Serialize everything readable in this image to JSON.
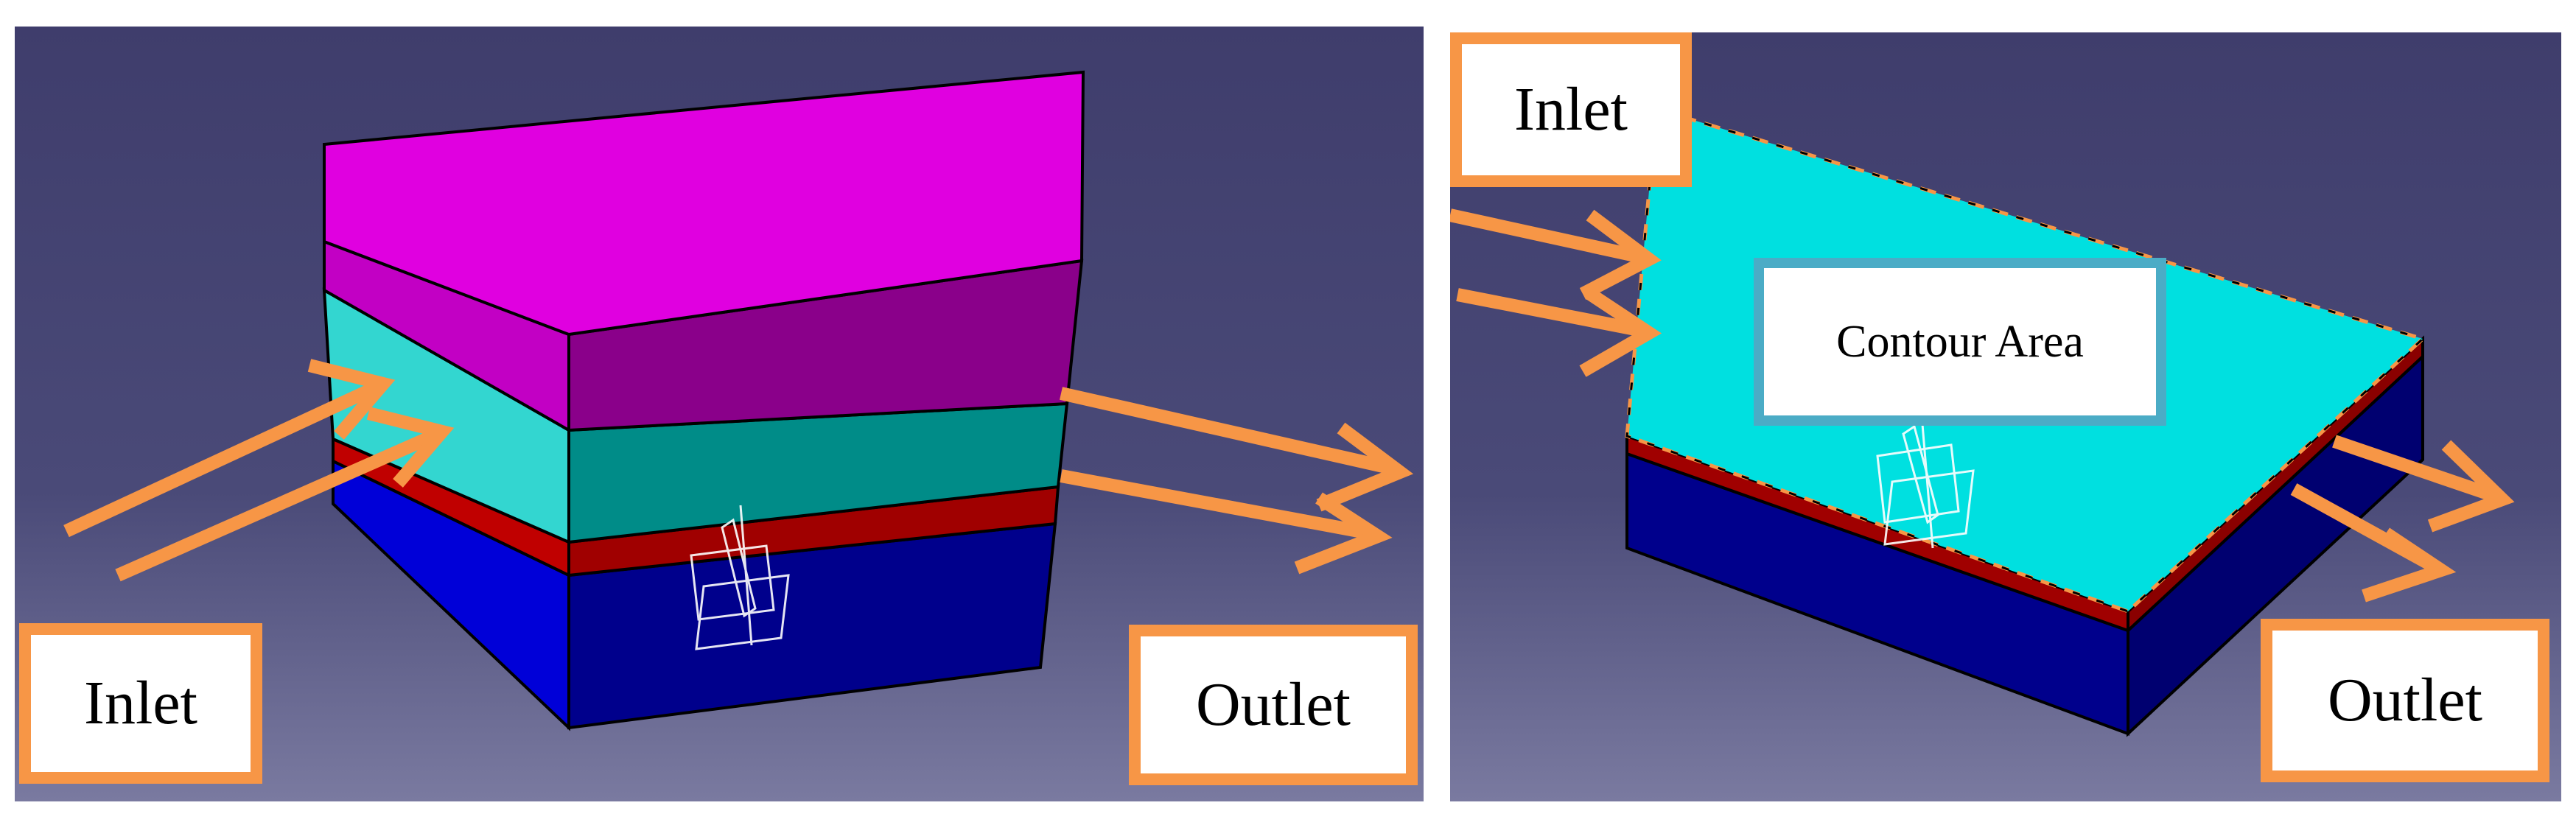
{
  "labels": {
    "left_inlet": "Inlet",
    "left_outlet": "Outlet",
    "right_inlet": "Inlet",
    "right_outlet": "Outlet",
    "contour_area": "Contour Area"
  },
  "colors": {
    "background_top": "#3f3d6c",
    "background_bottom": "#7a7aa0",
    "top_layer_face": "#e000e0",
    "top_layer_side": "#8a008a",
    "top_layer_left": "#c200c4",
    "cyan_layer_face": "#33d6d0",
    "cyan_layer_side": "#008c88",
    "red_layer": "#a00000",
    "blue_layer_front": "#00008c",
    "blue_layer_left": "#0000d8",
    "contour_surface": "#00e0e0",
    "arrow": "#f79646",
    "label_border": "#f79646",
    "contour_border": "#4bacc6"
  },
  "icons": [
    "axis-triad-icon",
    "flow-arrow-icon"
  ]
}
